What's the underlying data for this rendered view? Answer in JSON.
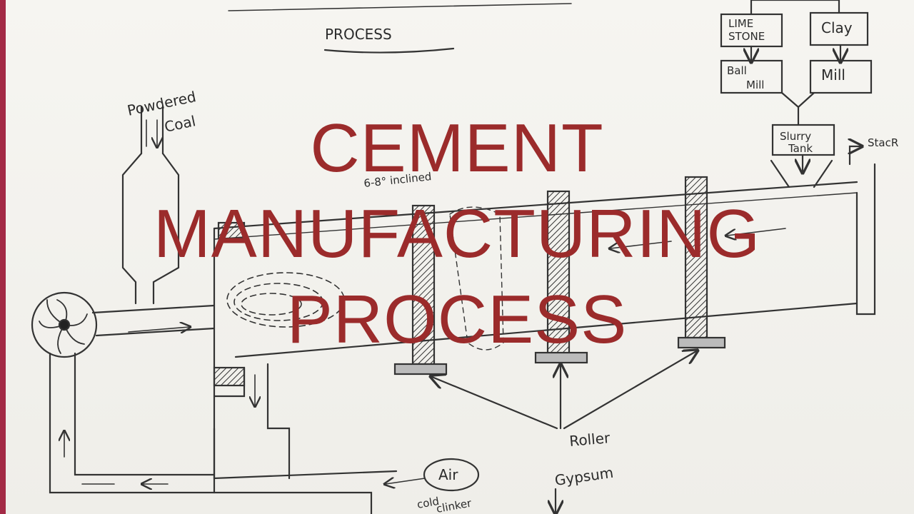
{
  "overlay_title": {
    "line1": "CEMENT",
    "line2": "MANUFACTURING",
    "line3": "PROCESS"
  },
  "sketch_labels": {
    "heading": "PROCESS",
    "powdered_coal": "Powdered",
    "coal": "Coal",
    "incline": "6-8° inclined",
    "lime_stone_1": "LIME",
    "lime_stone_2": "STONE",
    "clay": "Clay",
    "ball_mill_1": "Ball",
    "ball_mill_2": "Mill",
    "mill": "Mill",
    "slurry_tank_1": "Slurry",
    "slurry_tank_2": "Tank",
    "stack": "StacR",
    "roller": "Roller",
    "air": "Air",
    "gypsum": "Gypsum",
    "cold_clinker_1": "cold",
    "cold_clinker_2": "clinker"
  },
  "colors": {
    "border": "#a32a45",
    "title": "#9b2b2b",
    "ink": "#2b2b2b"
  }
}
